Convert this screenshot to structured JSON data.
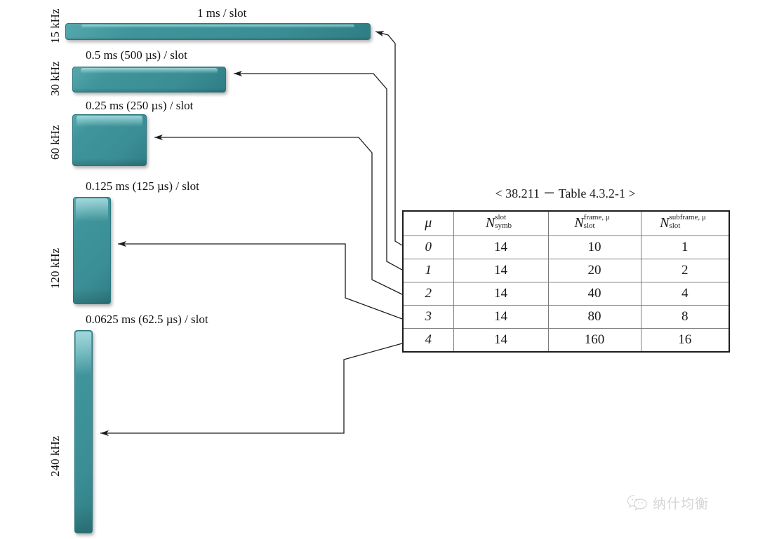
{
  "diagram": {
    "title_hidden": "",
    "bars": [
      {
        "scs": "15 kHz",
        "slot_label": "1 ms  / slot",
        "mu": 0
      },
      {
        "scs": "30 kHz",
        "slot_label": "0.5 ms (500 µs) / slot",
        "mu": 1
      },
      {
        "scs": "60 kHz",
        "slot_label": "0.25 ms (250 µs) / slot",
        "mu": 2
      },
      {
        "scs": "120 kHz",
        "slot_label": "0.125 ms (125 µs) / slot",
        "mu": 3
      },
      {
        "scs": "240 kHz",
        "slot_label": "0.0625 ms (62.5 µs) / slot",
        "mu": 4
      }
    ]
  },
  "table": {
    "title": "< 38.211  －  Table 4.3.2-1 >",
    "headers": [
      {
        "symbol": "μ",
        "sup": "",
        "sub": ""
      },
      {
        "symbol": "N",
        "sup": "slot",
        "sub": "symb"
      },
      {
        "symbol": "N",
        "sup": "frame, μ",
        "sub": "slot"
      },
      {
        "symbol": "N",
        "sup": "subframe, μ",
        "sub": "slot"
      }
    ],
    "rows": [
      {
        "mu": "0",
        "n_symb_slot": "14",
        "n_slot_frame": "10",
        "n_slot_subframe": "1"
      },
      {
        "mu": "1",
        "n_symb_slot": "14",
        "n_slot_frame": "20",
        "n_slot_subframe": "2"
      },
      {
        "mu": "2",
        "n_symb_slot": "14",
        "n_slot_frame": "40",
        "n_slot_subframe": "4"
      },
      {
        "mu": "3",
        "n_symb_slot": "14",
        "n_slot_frame": "80",
        "n_slot_subframe": "8"
      },
      {
        "mu": "4",
        "n_symb_slot": "14",
        "n_slot_frame": "160",
        "n_slot_subframe": "16"
      }
    ]
  },
  "watermark": {
    "text": "纳什均衡",
    "icon": "wechat-icon"
  },
  "colors": {
    "bar_fill": "#3f959b",
    "bar_highlight": "#afe1e4",
    "bar_border": "#2c7780",
    "line": "#1d1d1d",
    "table_border": "#1d1d1d",
    "table_grid": "#7d7d7d",
    "watermark": "#9a9a9a"
  }
}
